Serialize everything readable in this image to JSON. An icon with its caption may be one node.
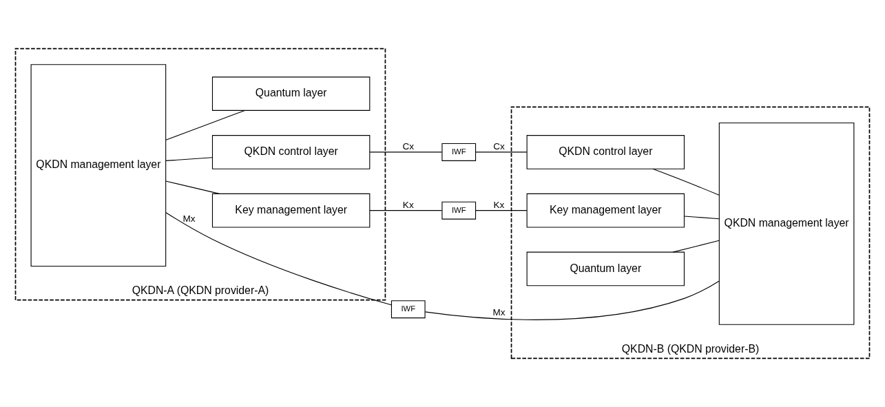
{
  "diagram": {
    "nodes": [
      {
        "text": [
          "QKDN-A (QKDN provider-A)"
        ]
      },
      {
        "text": [
          "QKDN management layer"
        ],
        "in": 0
      },
      {
        "text": [
          "QKDN control layer"
        ],
        "in": 0
      },
      {
        "text": [
          "Key management layer"
        ],
        "in": 0
      },
      {
        "text": [
          "Quantum layer"
        ],
        "in": 0
      },
      {
        "text": [
          "IWF"
        ]
      },
      {
        "text": [
          "IWF"
        ]
      },
      {
        "text": [
          "IWF"
        ]
      },
      {
        "text": [
          "QKDN-B (QKDN provider-B)"
        ]
      },
      {
        "text": [
          "QKDN control layer"
        ],
        "in": 8
      },
      {
        "text": [
          "Key management layer"
        ],
        "in": 8
      },
      {
        "text": [
          "Quantum layer"
        ],
        "in": 8
      },
      {
        "text": [
          "QKDN management layer"
        ],
        "in": 8
      }
    ],
    "edges": [
      {
        "from": 1,
        "to": 2,
        "arrow": "none"
      },
      {
        "from": 1,
        "to": 3,
        "arrow": "none"
      },
      {
        "from": 1,
        "to": 4,
        "arrow": "none"
      },
      {
        "from": 1,
        "to": 5,
        "arrow": "none",
        "label": "Mx"
      },
      {
        "from": 5,
        "to": 12,
        "arrow": "none",
        "label": "Mx"
      },
      {
        "from": 2,
        "to": 6,
        "arrow": "none",
        "label": "Cx"
      },
      {
        "from": 6,
        "to": 9,
        "arrow": "none",
        "label": "Cx"
      },
      {
        "from": 3,
        "to": 7,
        "arrow": "none",
        "label": "Kx"
      },
      {
        "from": 7,
        "to": 10,
        "arrow": "none",
        "label": "Kx"
      },
      {
        "from": 9,
        "to": 12,
        "arrow": "none"
      },
      {
        "from": 10,
        "to": 12,
        "arrow": "none"
      },
      {
        "from": 11,
        "to": 12,
        "arrow": "none"
      }
    ]
  }
}
